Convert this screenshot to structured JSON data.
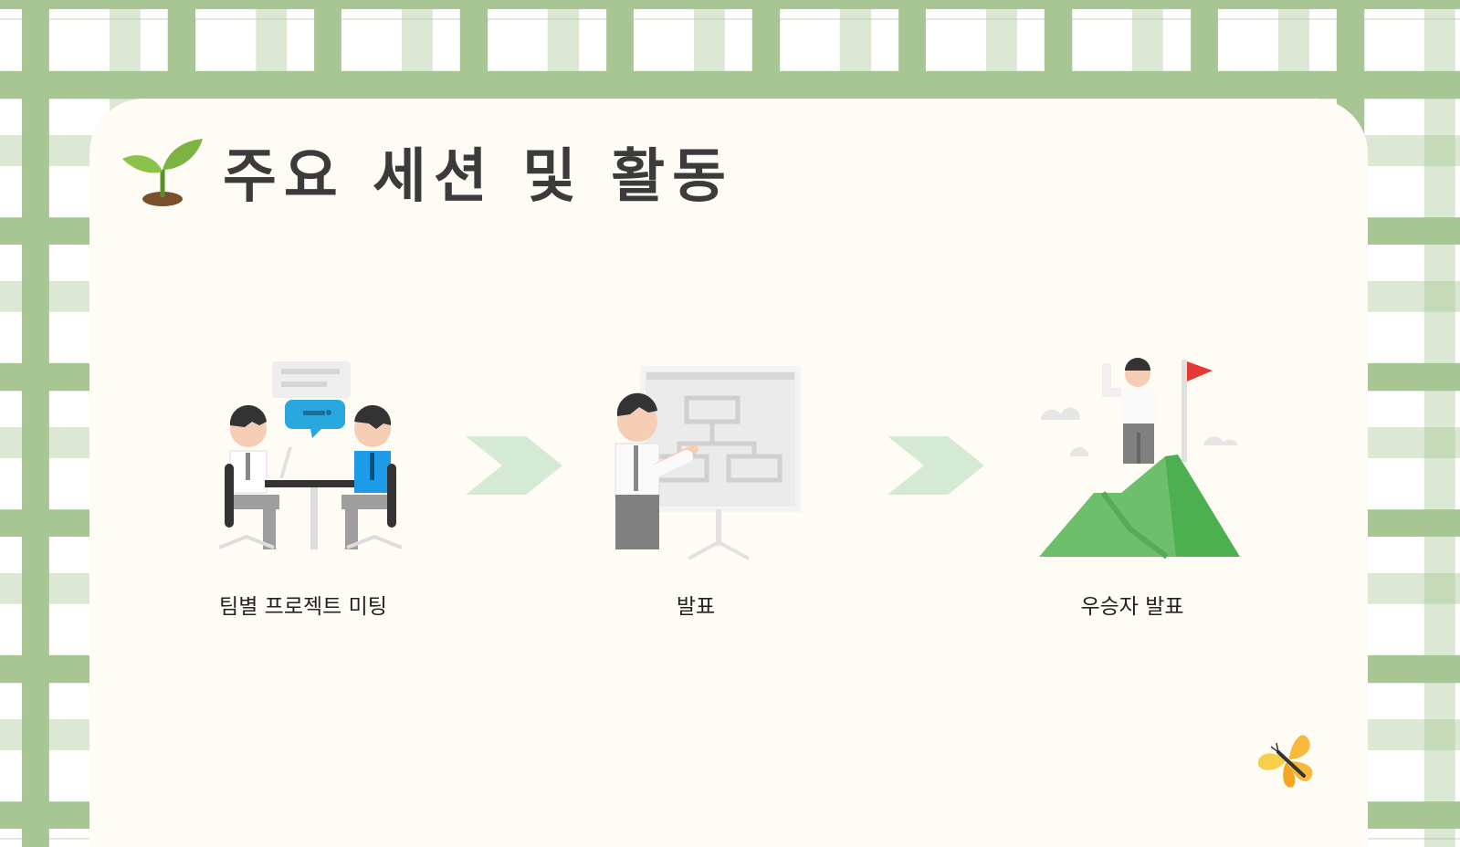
{
  "slide": {
    "title": "주요 세션 및 활동",
    "title_icon": "sprout-icon",
    "colors": {
      "frame_green": "#a7c694",
      "panel": "#fefcf5",
      "arrow": "#d5ead2",
      "title_text": "#3b3b3b"
    }
  },
  "activities": [
    {
      "label": "팀별 프로젝트 미팅",
      "icon": "team-meeting-icon"
    },
    {
      "label": "발표",
      "icon": "presentation-icon"
    },
    {
      "label": "우승자 발표",
      "icon": "mountain-flag-winner-icon"
    }
  ],
  "decorations": {
    "corner_icon": "butterfly-icon"
  }
}
